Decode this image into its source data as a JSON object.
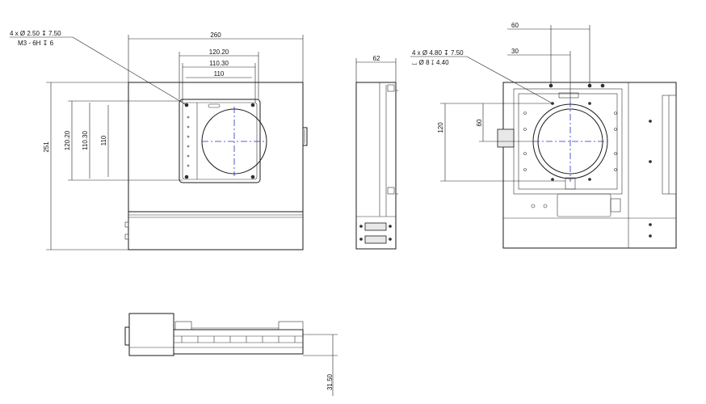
{
  "front_view": {
    "hole_callout_line1": "4 x Ø 2.50 ↧ 7.50",
    "hole_callout_line2": "M3 - 6H ↧ 6",
    "dim_width": "260",
    "dim_12020": "120.20",
    "dim_11030": "110.30",
    "dim_110": "110",
    "dim_height": "251",
    "dim_v12020": "120.20",
    "dim_v11030": "110.30",
    "dim_v110": "110"
  },
  "side_view": {
    "dim_depth": "62"
  },
  "rear_view": {
    "dim_60": "60",
    "dim_30": "30",
    "hole_callout_line1": "4 x Ø 4.80 ↧ 7.50",
    "hole_callout_line2": "⌴ Ø 8 ↧ 4.40",
    "dim_v120": "120",
    "dim_v60": "60"
  },
  "top_view": {
    "dim_height": "31.50"
  }
}
